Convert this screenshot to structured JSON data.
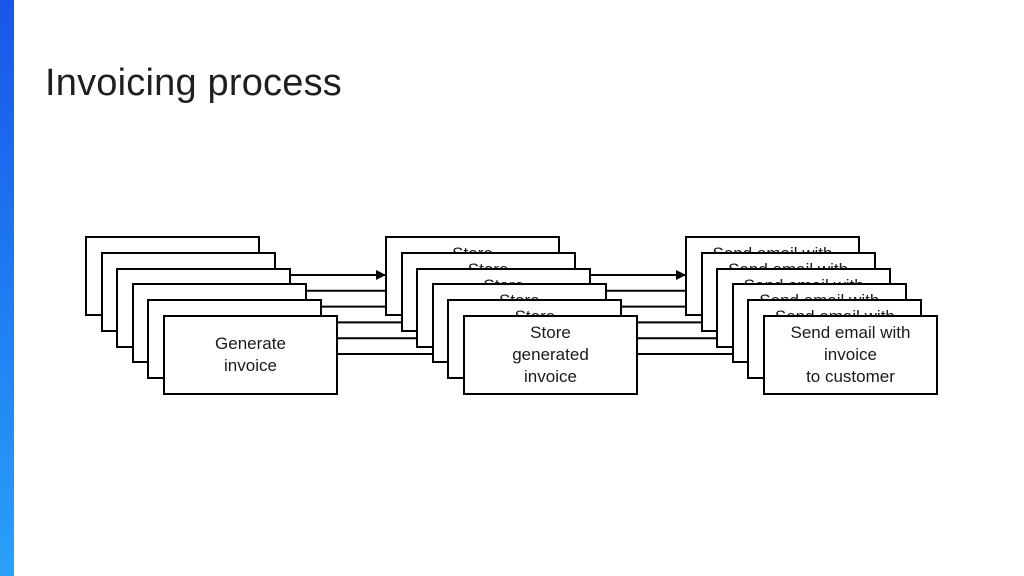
{
  "slide": {
    "title": "Invoicing process",
    "accent_color": "#1f6ff0"
  },
  "diagram": {
    "stages": [
      {
        "label": "Generate\ninvoice",
        "stack": 6
      },
      {
        "label": "Store\ngenerated\ninvoice",
        "stack": 6
      },
      {
        "label": "Send email with\ninvoice\nto customer",
        "stack": 6
      }
    ]
  }
}
